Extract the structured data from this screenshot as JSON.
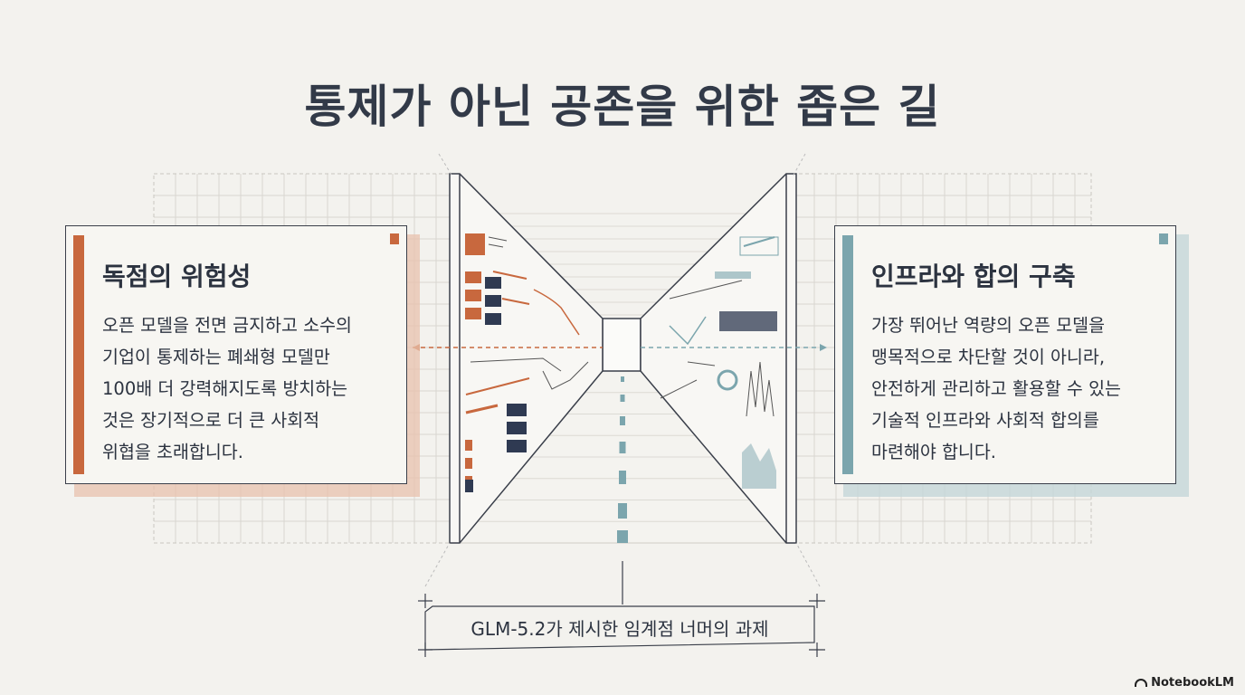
{
  "title": "통제가 아닌 공존을 위한 좁은 길",
  "left_card": {
    "heading": "독점의 위험성",
    "body": "오픈 모델을 전면 금지하고 소수의\n기업이 통제하는 폐쇄형 모델만\n100배 더 강력해지도록 방치하는\n것은 장기적으로 더 큰 사회적\n위협을 초래합니다.",
    "accent": "#c8683e"
  },
  "right_card": {
    "heading": "인프라와 합의 구축",
    "body": "가장 뛰어난 역량의 오픈 모델을\n맹목적으로 차단할 것이 아니라,\n안전하게 관리하고 활용할 수 있는\n기술적 인프라와 사회적 합의를\n마련해야 합니다.",
    "accent": "#7ba5ad"
  },
  "caption": "GLM-5.2가 제시한 임계점 너머의 과제",
  "brand": "NotebookLM",
  "colors": {
    "background": "#f3f2ee",
    "ink": "#2c3340",
    "orange": "#c8683e",
    "teal": "#7ba5ad"
  }
}
